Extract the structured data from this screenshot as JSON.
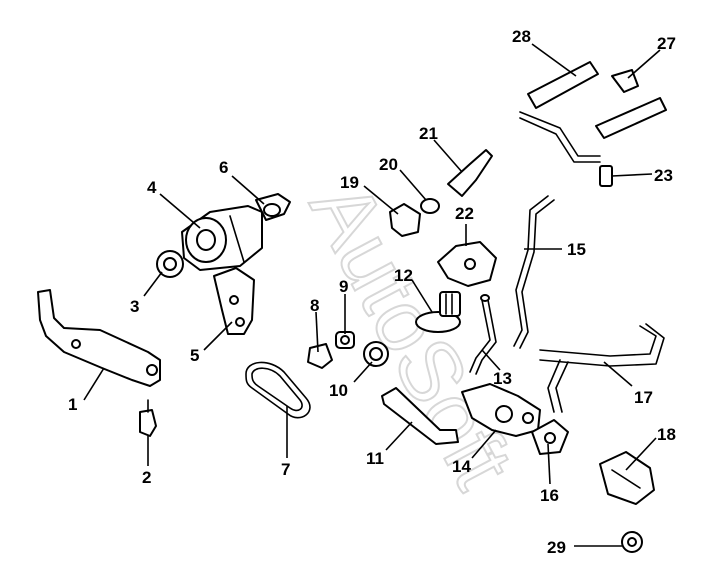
{
  "watermark": "AutoSoft",
  "callouts": [
    {
      "id": "1",
      "label": "1"
    },
    {
      "id": "2",
      "label": "2"
    },
    {
      "id": "3",
      "label": "3"
    },
    {
      "id": "4",
      "label": "4"
    },
    {
      "id": "5",
      "label": "5"
    },
    {
      "id": "6",
      "label": "6"
    },
    {
      "id": "7",
      "label": "7"
    },
    {
      "id": "8",
      "label": "8"
    },
    {
      "id": "9",
      "label": "9"
    },
    {
      "id": "10",
      "label": "10"
    },
    {
      "id": "11",
      "label": "11"
    },
    {
      "id": "12",
      "label": "12"
    },
    {
      "id": "13",
      "label": "13"
    },
    {
      "id": "14",
      "label": "14"
    },
    {
      "id": "15",
      "label": "15"
    },
    {
      "id": "16",
      "label": "16"
    },
    {
      "id": "17",
      "label": "17"
    },
    {
      "id": "18",
      "label": "18"
    },
    {
      "id": "19",
      "label": "19"
    },
    {
      "id": "20",
      "label": "20"
    },
    {
      "id": "21",
      "label": "21"
    },
    {
      "id": "22",
      "label": "22"
    },
    {
      "id": "23",
      "label": "23"
    },
    {
      "id": "27",
      "label": "27"
    },
    {
      "id": "28",
      "label": "28"
    },
    {
      "id": "29",
      "label": "29"
    }
  ]
}
